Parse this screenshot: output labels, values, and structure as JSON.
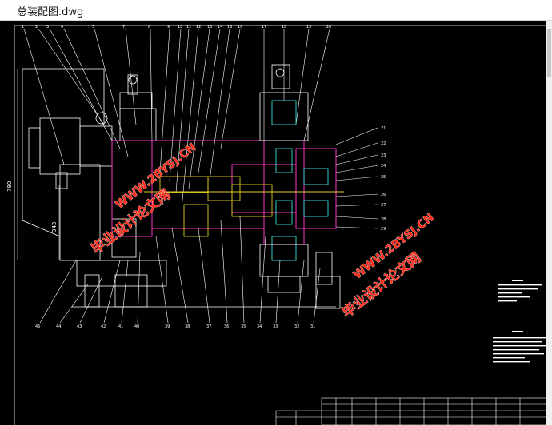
{
  "window": {
    "title": "总装配图.dwg"
  },
  "drawing": {
    "dimension_vertical_left": "790",
    "dimension_vertical_inner": "343",
    "watermarks": {
      "cn_text_1": "毕业设计论文网",
      "url_text_1": "WWW.2BYSJ.CN",
      "cn_text_2": "毕业设计论文网",
      "url_text_2": "WWW.2BYSJ.CN"
    }
  },
  "colors": {
    "canvas_background": "#000000",
    "line_white": "#ffffff",
    "line_magenta": "#ff33cc",
    "line_yellow": "#e0d020",
    "line_cyan": "#40e0e0",
    "watermark_red": "#ff2a1a"
  }
}
